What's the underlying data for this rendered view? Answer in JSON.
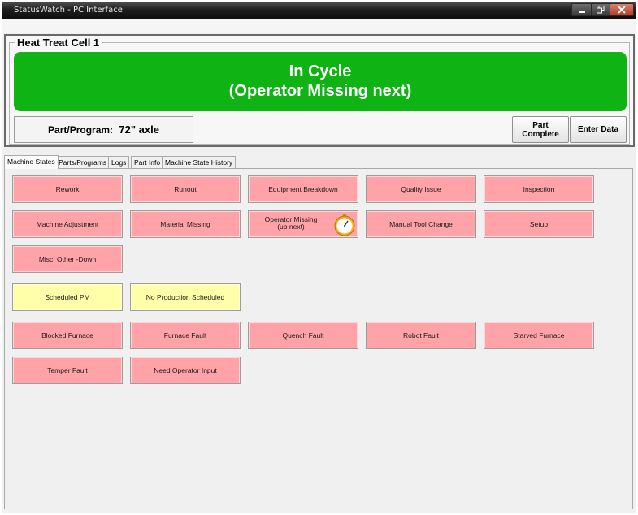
{
  "window": {
    "title": "StatusWatch - PC Interface",
    "controls": {
      "minimize": "—",
      "maximize": "❐",
      "close": "✕"
    }
  },
  "cell": {
    "name": "Heat Treat Cell 1",
    "status_line1": "In Cycle",
    "status_line2": "(Operator Missing next)",
    "status_color": "#0fb414",
    "part_label": "Part/Program:",
    "part_value": "72\" axle",
    "part_complete_line1": "Part",
    "part_complete_line2": "Complete",
    "enter_data": "Enter Data"
  },
  "tabs": [
    "Machine States",
    "Parts/Programs",
    "Logs",
    "Part Info",
    "Machine State History"
  ],
  "colors": {
    "down": "#ffa3a8",
    "planned": "#ffffaa"
  },
  "states": {
    "rework": "Rework",
    "runout": "Runout",
    "equipment_breakdown": "Equipment Breakdown",
    "quality_issue": "Quality Issue",
    "inspection": "Inspection",
    "machine_adjustment": "Machine Adjustment",
    "material_missing": "Material Missing",
    "operator_missing": "Operator Missing",
    "operator_missing_sub": "(up next)",
    "manual_tool_change": "Manual Tool Change",
    "setup": "Setup",
    "misc_other_down": "Misc. Other -Down",
    "scheduled_pm": "Scheduled PM",
    "no_production_scheduled": "No Production Scheduled",
    "blocked_furnace": "Blocked Furnace",
    "furnace_fault": "Furnace Fault",
    "quench_fault": "Quench Fault",
    "robot_fault": "Robot Fault",
    "starved_furnace": "Starved Furnace",
    "temper_fault": "Temper Fault",
    "need_operator_input": "Need Operator Input"
  },
  "icons": {
    "up_next": "stopwatch-icon"
  }
}
